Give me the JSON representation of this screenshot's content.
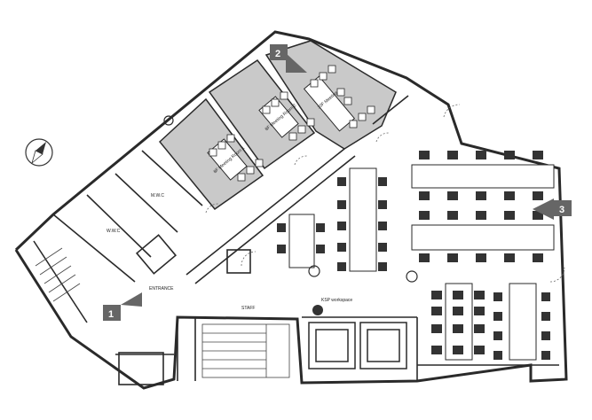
{
  "plan": {
    "rooms": {
      "meeting1": "8F Meeting Room 1",
      "meeting2": "8F Meeting Room 2",
      "meeting3": "10F Meeting",
      "wc1": "W.W.C",
      "wc2": "M.W.C"
    },
    "labels": {
      "entrance": "ENTRANCE",
      "workspace": "KSP workspace",
      "stair_label": "STAFF"
    },
    "markers": [
      "1",
      "2",
      "3"
    ],
    "compass_icon": "compass-icon",
    "colors": {
      "wall": "#2a2a2a",
      "meeting_fill": "#c9c9c9",
      "marker": "#666666"
    }
  }
}
